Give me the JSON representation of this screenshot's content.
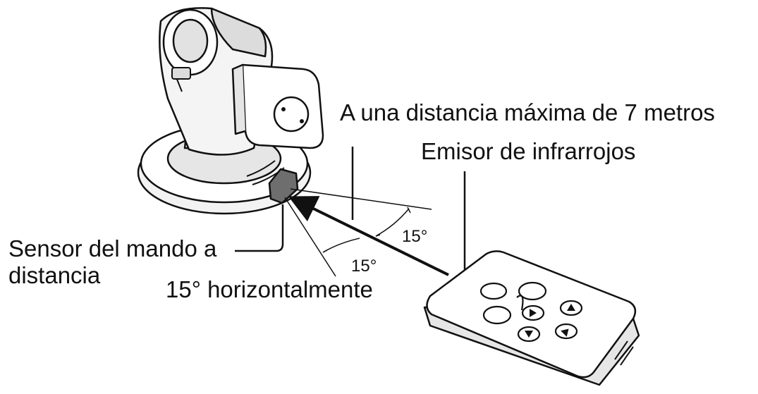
{
  "labels": {
    "max_distance": "A una distancia máxima de 7 metros",
    "ir_emitter": "Emisor de infrarrojos",
    "sensor_line1": "Sensor del mando a",
    "sensor_line2": "distancia",
    "horizontal": "15° horizontalmente",
    "angle_upper": "15°",
    "angle_lower": "15°"
  },
  "icons": [
    "camera-illustration",
    "remote-control-illustration",
    "infrared-beam-arrow"
  ],
  "colors": {
    "line": "#111111",
    "fill": "#ffffff",
    "shade": "#cfcfcf",
    "sensor": "#6e6e6e"
  }
}
